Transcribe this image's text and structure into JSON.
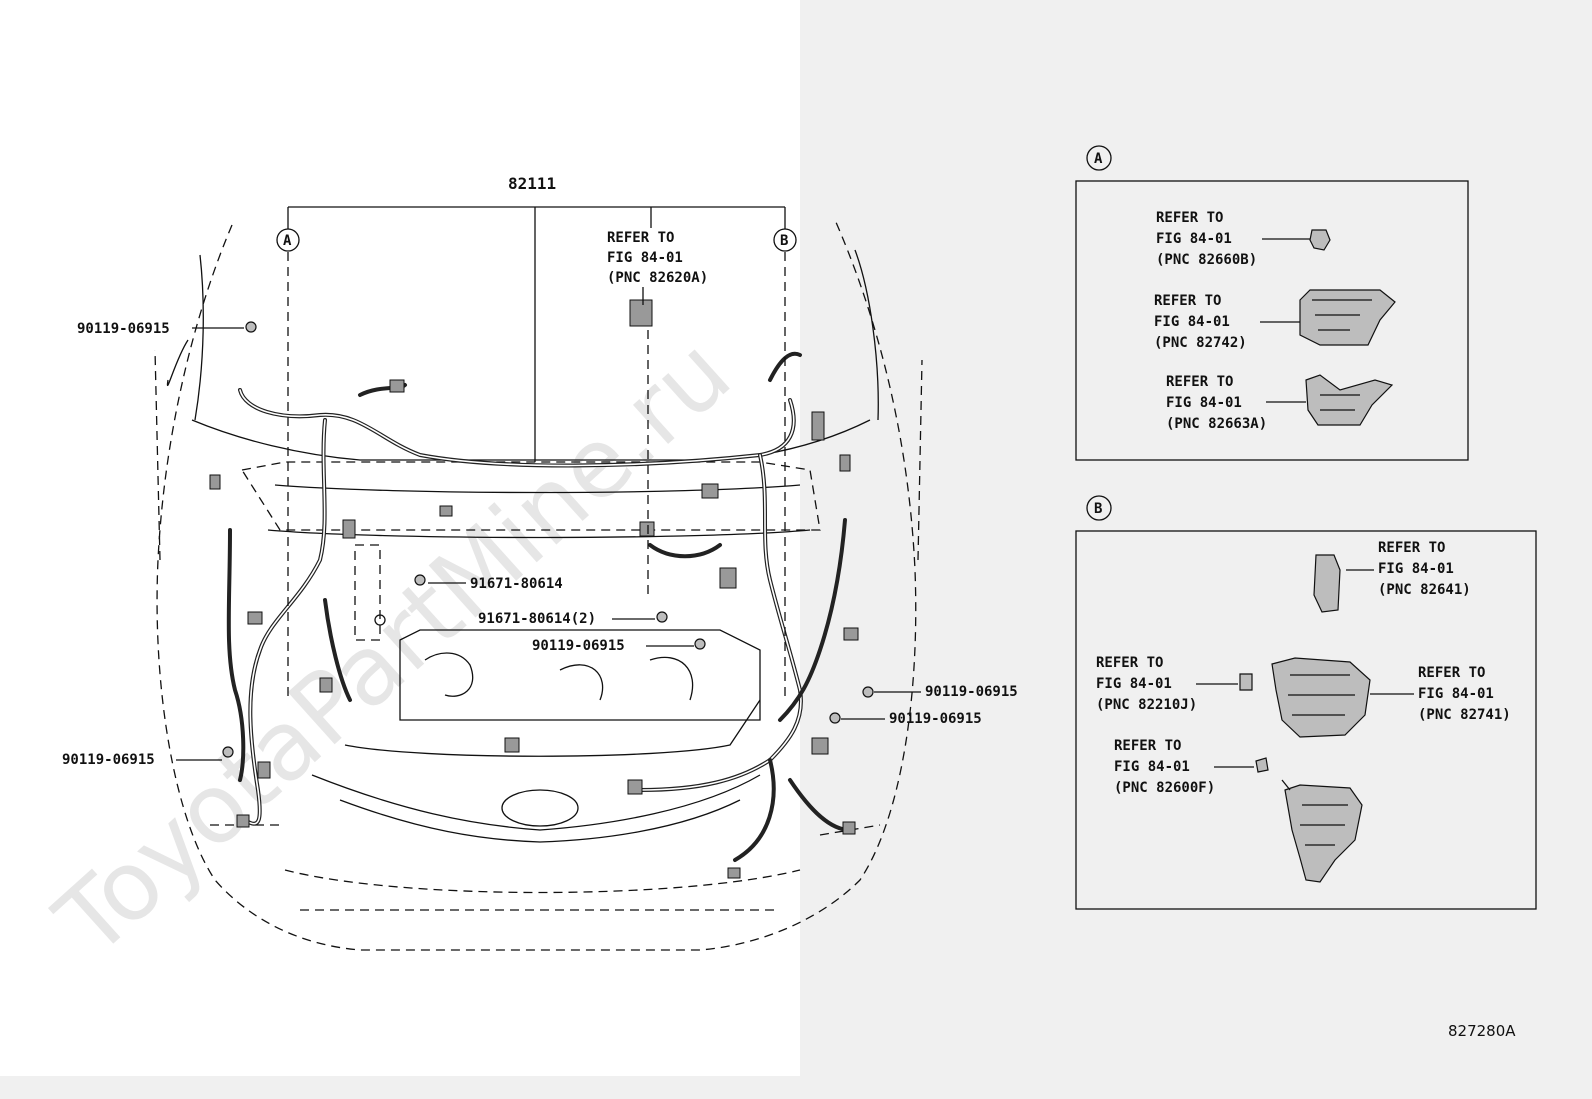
{
  "watermark": "ToyotaPartMine.ru",
  "main_part": "82111",
  "callout_a": "A",
  "callout_b": "B",
  "main_ref": {
    "line1": "REFER TO",
    "line2": "FIG 84-01",
    "line3": "(PNC 82620A)"
  },
  "left_labels": {
    "clip_top_left": "90119-06915",
    "clip_bottom_left": "90119-06915",
    "bolt_1": "91671-80614",
    "bolt_2": "91671-80614(2)",
    "clip_center": "90119-06915",
    "clip_right_1": "90119-06915",
    "clip_right_2": "90119-06915"
  },
  "detail_a": {
    "ref_1": {
      "line1": "REFER TO",
      "line2": "FIG 84-01",
      "line3": "(PNC 82660B)"
    },
    "ref_2": {
      "line1": "REFER TO",
      "line2": "FIG 84-01",
      "line3": "(PNC 82742)"
    },
    "ref_3": {
      "line1": "REFER TO",
      "line2": "FIG 84-01",
      "line3": "(PNC 82663A)"
    }
  },
  "detail_b": {
    "ref_1": {
      "line1": "REFER TO",
      "line2": "FIG 84-01",
      "line3": "(PNC 82641)"
    },
    "ref_2": {
      "line1": "REFER TO",
      "line2": "FIG 84-01",
      "line3": "(PNC 82210J)"
    },
    "ref_3": {
      "line1": "REFER TO",
      "line2": "FIG 84-01",
      "line3": "(PNC 82741)"
    },
    "ref_4": {
      "line1": "REFER TO",
      "line2": "FIG 84-01",
      "line3": "(PNC 82600F)"
    }
  },
  "figure_code": "827280A"
}
